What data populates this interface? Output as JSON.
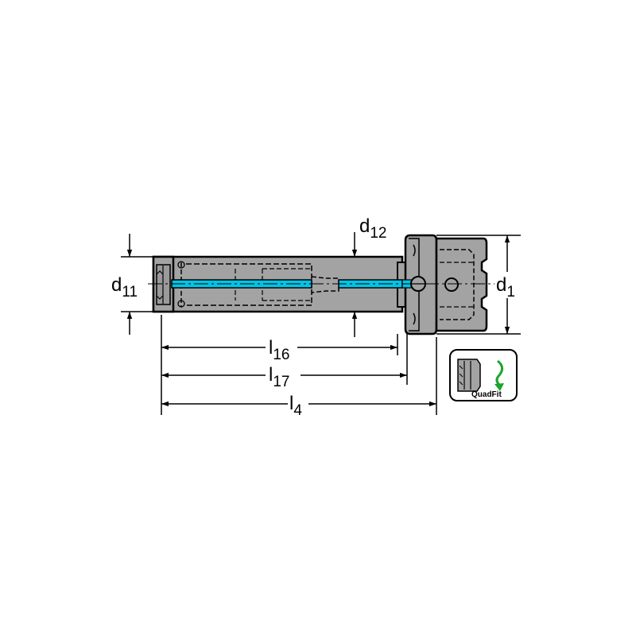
{
  "colors": {
    "body_fill": "#a3a3a3",
    "outline": "#000000",
    "coolant": "#00c4e6",
    "badge_arrow": "#1aa52b",
    "background": "#ffffff"
  },
  "dimensions": {
    "d11": {
      "main": "d",
      "sub": "11"
    },
    "d12": {
      "main": "d",
      "sub": "12"
    },
    "d1": {
      "main": "d",
      "sub": "1"
    },
    "l16": {
      "main": "l",
      "sub": "16"
    },
    "l17": {
      "main": "l",
      "sub": "17"
    },
    "l4": {
      "main": "l",
      "sub": "4"
    }
  },
  "badge": {
    "label": "QuadFit",
    "icon": "quadfit-rotate-icon"
  }
}
